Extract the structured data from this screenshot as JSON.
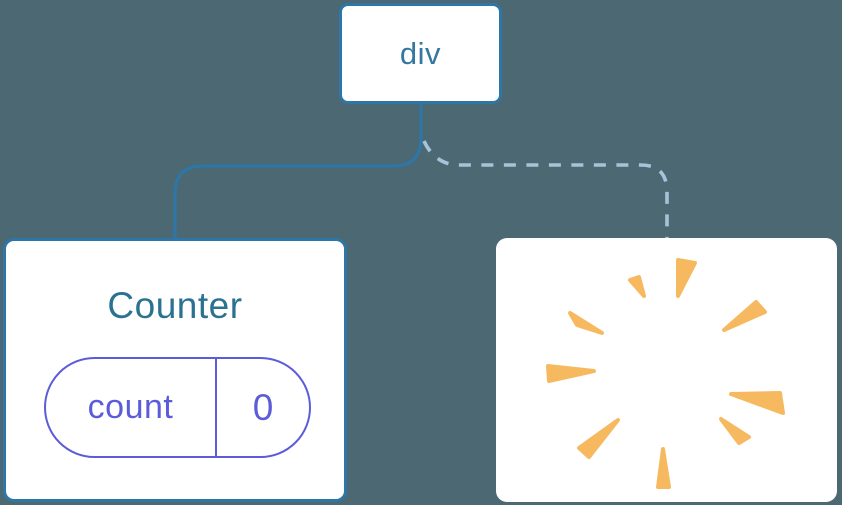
{
  "diagram": {
    "title_hint": "component tree: state preserved vs removed",
    "root": {
      "label": "div"
    },
    "counter": {
      "title": "Counter",
      "state_pill": {
        "name": "count",
        "value": "0"
      }
    },
    "removed": {
      "icon": "poof-icon"
    },
    "links": [
      {
        "from": "div",
        "to": "Counter",
        "style": "solid"
      },
      {
        "from": "div",
        "to": "removed",
        "style": "dashed"
      }
    ]
  },
  "colors": {
    "bg": "#4C6872",
    "boxBg": "#FFFFFF",
    "boxBorder": "#2E76A6",
    "lineSolid": "#2E76A6",
    "lineDashed": "#A6C4D9",
    "divText": "#35789F",
    "counterText": "#2B7291",
    "pill": "#5C5CDB",
    "poof": "#F7B95F"
  }
}
